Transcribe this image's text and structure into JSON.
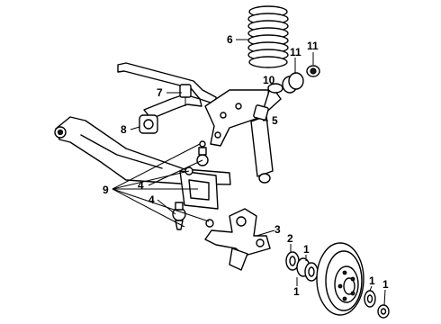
{
  "callouts": {
    "c1a": "1",
    "c1b": "1",
    "c1c": "1",
    "c1d": "1",
    "c2": "2",
    "c3": "3",
    "c4a": "4",
    "c4b": "4",
    "c5": "5",
    "c6": "6",
    "c7": "7",
    "c8": "8",
    "c9": "9",
    "c10": "10",
    "c11a": "11",
    "c11b": "11"
  }
}
